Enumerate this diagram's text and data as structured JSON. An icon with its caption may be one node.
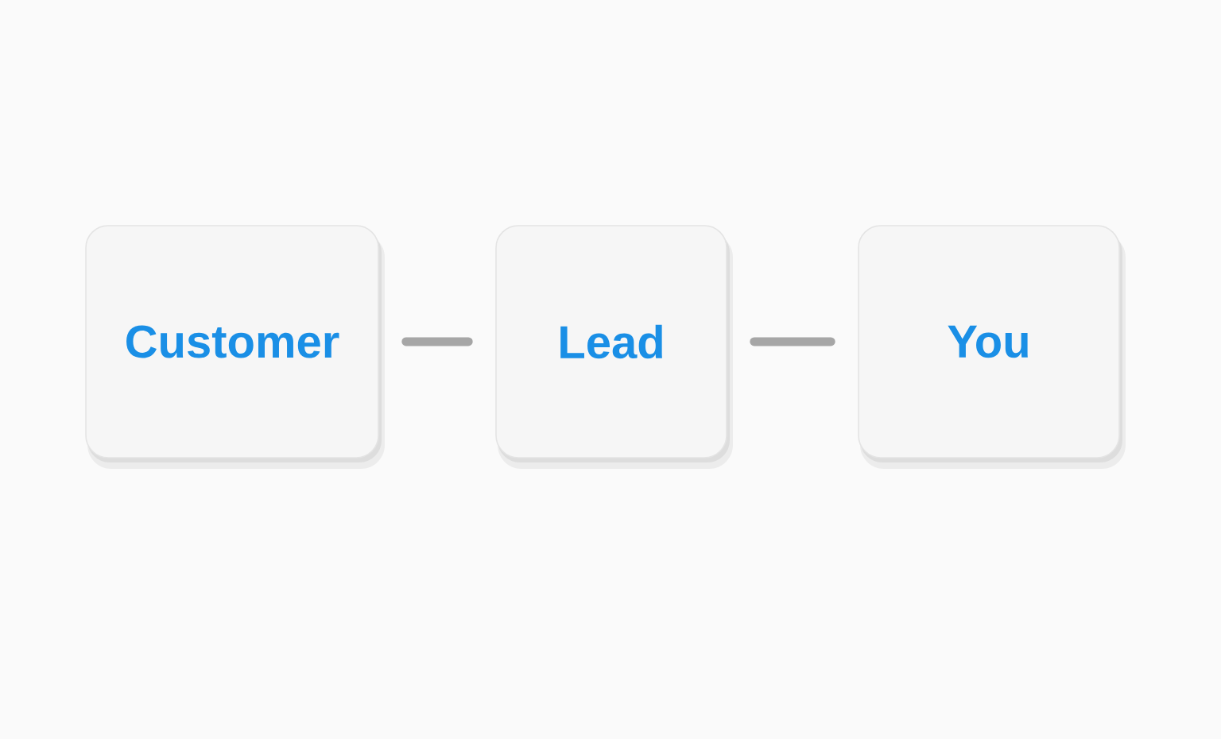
{
  "diagram": {
    "nodes": [
      {
        "text": [
          "Customer"
        ]
      },
      {
        "text": [
          "Lead"
        ]
      },
      {
        "text": [
          "You"
        ]
      }
    ],
    "edges": [
      {
        "from": 0,
        "to": 1,
        "arrow": "none"
      },
      {
        "from": 1,
        "to": 2,
        "arrow": "none"
      }
    ]
  }
}
